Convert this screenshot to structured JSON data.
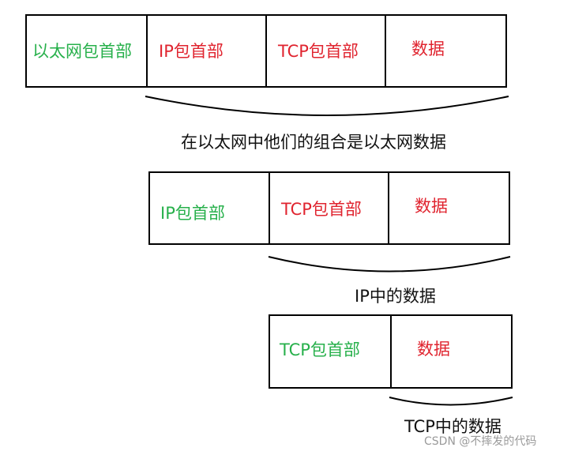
{
  "layer_ethernet": {
    "cells": [
      "以太网包首部",
      "IP包首部",
      "TCP包首部",
      "数据"
    ],
    "caption": "在以太网中他们的组合是以太网数据"
  },
  "layer_ip": {
    "cells": [
      "IP包首部",
      "TCP包首部",
      "数据"
    ],
    "caption": "IP中的数据"
  },
  "layer_tcp": {
    "cells": [
      "TCP包首部",
      "数据"
    ],
    "caption": "TCP中的数据"
  },
  "colors": {
    "header_own": "#27b04b",
    "header_other": "#e0242f",
    "line": "#000000"
  },
  "watermark": "CSDN @不摔发的代码"
}
